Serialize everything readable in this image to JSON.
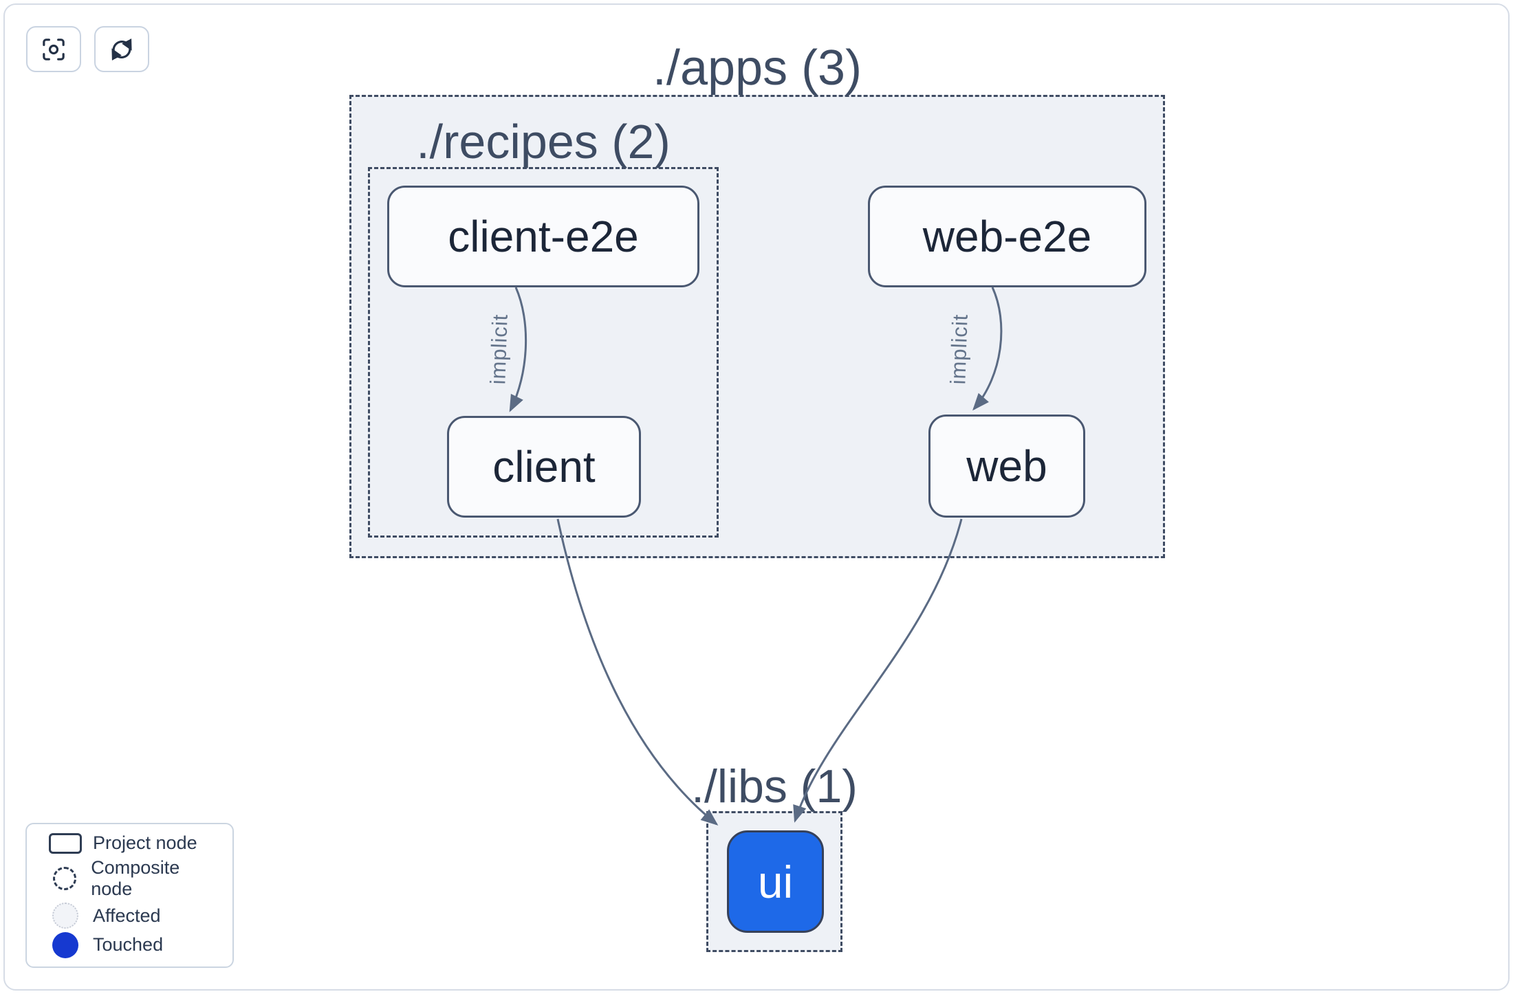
{
  "toolbar": {
    "buttons": [
      {
        "id": "focus",
        "icon": "crosshair-focus-icon"
      },
      {
        "id": "refresh",
        "icon": "refresh-icon"
      }
    ]
  },
  "graph": {
    "containers": [
      {
        "id": "apps",
        "label": "./apps (3)"
      },
      {
        "id": "recipes",
        "label": "./recipes (2)"
      },
      {
        "id": "libs",
        "label": "./libs (1)"
      }
    ],
    "nodes": [
      {
        "id": "client-e2e",
        "label": "client-e2e",
        "state": "default"
      },
      {
        "id": "web-e2e",
        "label": "web-e2e",
        "state": "default"
      },
      {
        "id": "client",
        "label": "client",
        "state": "default"
      },
      {
        "id": "web",
        "label": "web",
        "state": "default"
      },
      {
        "id": "ui",
        "label": "ui",
        "state": "touched"
      }
    ],
    "edges": [
      {
        "from": "client-e2e",
        "to": "client",
        "label": "implicit"
      },
      {
        "from": "web-e2e",
        "to": "web",
        "label": "implicit"
      },
      {
        "from": "client",
        "to": "ui",
        "label": ""
      },
      {
        "from": "web",
        "to": "ui",
        "label": ""
      }
    ]
  },
  "legend": {
    "items": [
      {
        "label": "Project node",
        "swatch": "project-node-swatch"
      },
      {
        "label": "Composite node",
        "swatch": "composite-node-swatch"
      },
      {
        "label": "Affected",
        "swatch": "affected-swatch"
      },
      {
        "label": "Touched",
        "swatch": "touched-swatch"
      }
    ]
  },
  "colors": {
    "touched_node_fill": "#1e69e8",
    "touched_legend_fill": "#1639d0",
    "container_fill": "#eef1f6",
    "dashed_border": "#3f4c63",
    "node_border": "#4a5871",
    "node_fill": "#fafbfd",
    "node_text": "#1c2638",
    "container_label_text": "#3e4c63",
    "edge_stroke": "#5b6b84",
    "edge_label_text": "#64748b",
    "button_border": "#c9d3e1",
    "legend_border": "#cbd5e1",
    "legend_text": "#2b3950"
  }
}
